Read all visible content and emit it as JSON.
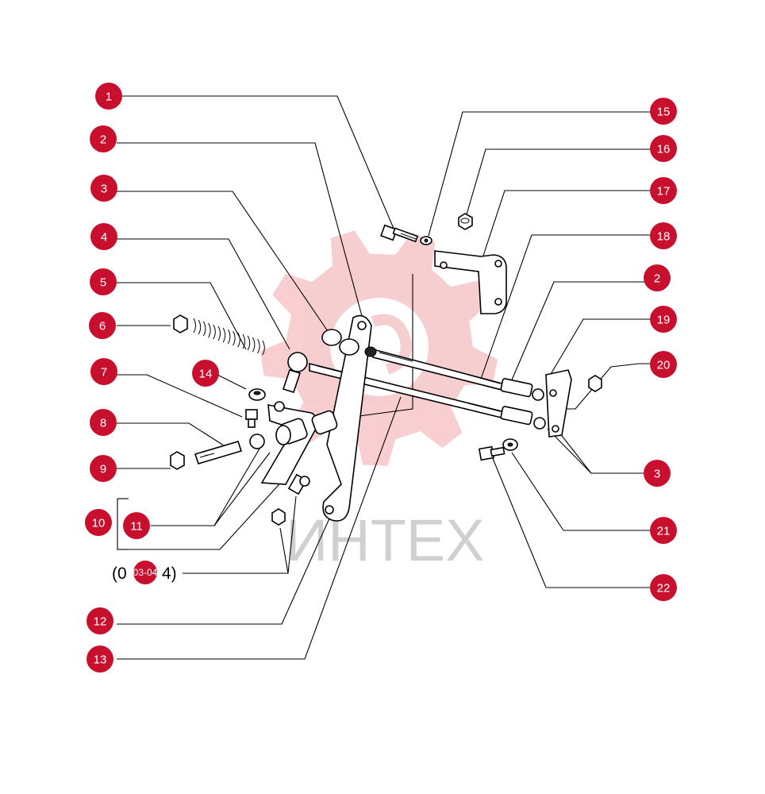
{
  "watermark": {
    "text": "ИНТЕХ",
    "gear_color": "#f7c9cc"
  },
  "accent_color": "#c8102e",
  "note_parts": [
    "(0",
    "4)"
  ],
  "note_badge_label": "03-04",
  "callouts_left": [
    "1",
    "2",
    "3",
    "4",
    "5",
    "6",
    "7",
    "8",
    "9",
    "10",
    "11",
    "12",
    "13"
  ],
  "callout_14": "14",
  "callouts_right": [
    "15",
    "16",
    "17",
    "18",
    "2",
    "19",
    "20",
    "3",
    "21",
    "22"
  ]
}
